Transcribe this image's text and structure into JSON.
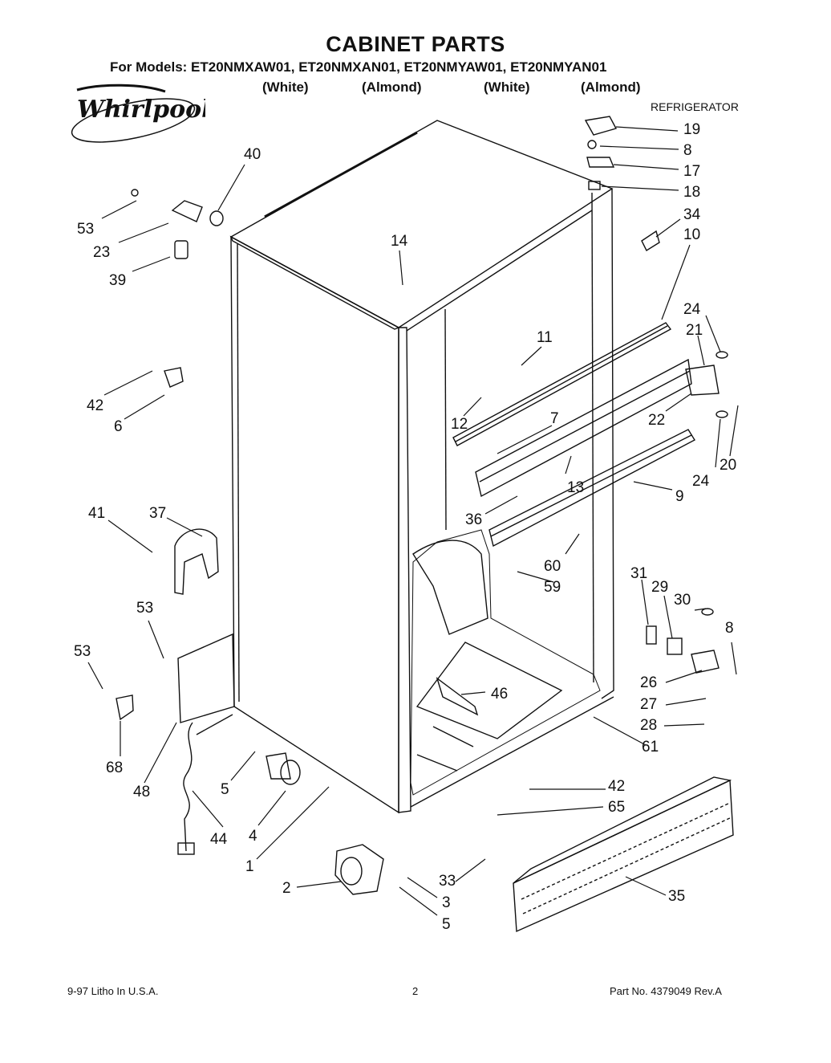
{
  "header": {
    "title": "CABINET PARTS",
    "models_line": "For Models: ET20NMXAW01, ET20NMXAN01, ET20NMYAW01, ET20NMYAN01",
    "variants": [
      "(White)",
      "(Almond)",
      "(White)",
      "(Almond)"
    ],
    "brand": "Whirlpool",
    "appliance": "REFRIGERATOR"
  },
  "callouts": [
    "40",
    "53",
    "23",
    "39",
    "14",
    "19",
    "8",
    "17",
    "18",
    "34",
    "10",
    "11",
    "24",
    "21",
    "42",
    "6",
    "12",
    "7",
    "22",
    "20",
    "24",
    "13",
    "9",
    "36",
    "41",
    "37",
    "60",
    "59",
    "31",
    "29",
    "30",
    "8",
    "53",
    "53",
    "26",
    "27",
    "28",
    "46",
    "61",
    "68",
    "48",
    "5",
    "44",
    "4",
    "42",
    "65",
    "1",
    "33",
    "35",
    "2",
    "3",
    "5"
  ],
  "footer": {
    "left": "9-97  Litho In U.S.A.",
    "center": "2",
    "right": "Part No. 4379049   Rev.A"
  }
}
